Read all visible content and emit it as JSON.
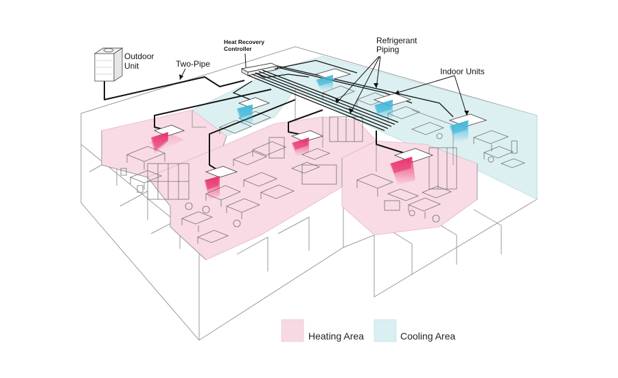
{
  "labels": {
    "outdoor_unit_line1": "Outdoor",
    "outdoor_unit_line2": "Unit",
    "two_pipe": "Two-Pipe",
    "controller_line1": "Heat Recovery",
    "controller_line2": "Controller",
    "refrigerant_line1": "Refrigerant",
    "refrigerant_line2": "Piping",
    "indoor_units": "Indoor Units"
  },
  "legend": {
    "heating": {
      "label": "Heating Area",
      "color": "#f7d9e3"
    },
    "cooling": {
      "label": "Cooling Area",
      "color": "#d9eff1"
    }
  },
  "colors": {
    "heating_zone": "#f9dbe5",
    "cooling_zone": "#dcf0f2",
    "heating_unit": "#e8326b",
    "cooling_unit": "#3fb6d8",
    "pipe": "#111111"
  }
}
